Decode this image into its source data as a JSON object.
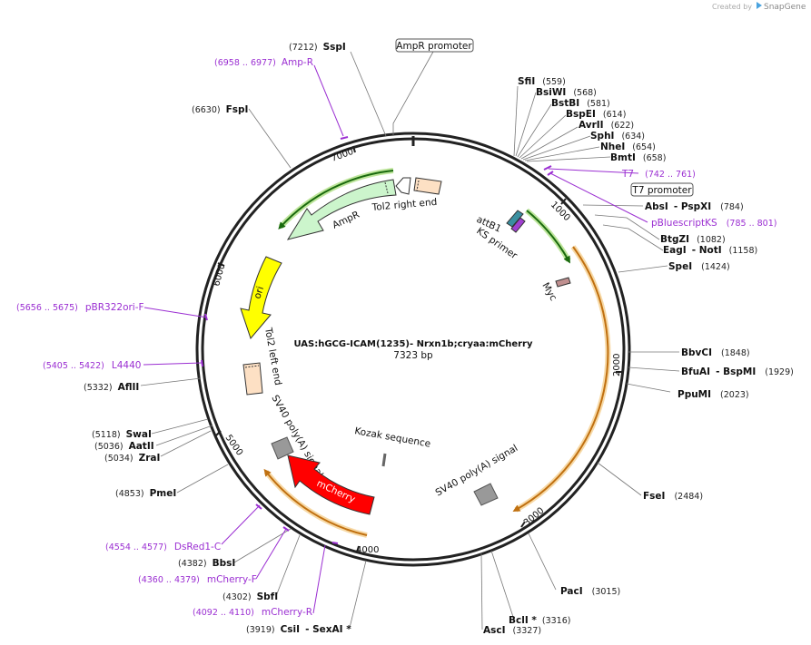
{
  "branding": {
    "created_by": "Created by",
    "brand": "SnapGene"
  },
  "plasmid": {
    "name": "UAS:hGCG-ICAM(1235)-  Nrxn1b;cryaa:mCherry",
    "length": "7323 bp"
  },
  "ticks": {
    "t1000": "1000",
    "t2000": "2000",
    "t3000": "3000",
    "t4000": "4000",
    "t5000": "5000",
    "t6000": "6000",
    "t7000": "7000"
  },
  "sites": {
    "sspi": {
      "pos": "(7212)",
      "name": "SspI"
    },
    "fspi": {
      "pos": "(6630)",
      "name": "FspI"
    },
    "sfii": {
      "name": "SfiI",
      "pos": "(559)"
    },
    "bsiwi": {
      "name": "BsiWI",
      "pos": "(568)"
    },
    "bstbi": {
      "name": "BstBI",
      "pos": "(581)"
    },
    "bspei": {
      "name": "BspEI",
      "pos": "(614)"
    },
    "avrii": {
      "name": "AvrII",
      "pos": "(622)"
    },
    "sphi": {
      "name": "SphI",
      "pos": "(634)"
    },
    "nhei": {
      "name": "NheI",
      "pos": "(654)"
    },
    "bmti": {
      "name": "BmtI",
      "pos": "(658)"
    },
    "absi": {
      "name": "AbsI",
      "name2": "- PspXI",
      "pos": "(784)"
    },
    "btgzi": {
      "name": "BtgZI",
      "pos": "(1082)"
    },
    "eagi": {
      "name": "EagI",
      "name2": "- NotI",
      "pos": "(1158)"
    },
    "spei": {
      "name": "SpeI",
      "pos": "(1424)"
    },
    "bbvci": {
      "name": "BbvCI",
      "pos": "(1848)"
    },
    "bfuai": {
      "name": "BfuAI",
      "name2": "- BspMI",
      "pos": "(1929)"
    },
    "ppumi": {
      "name": "PpuMI",
      "pos": "(2023)"
    },
    "fsei": {
      "name": "FseI",
      "pos": "(2484)"
    },
    "paci": {
      "name": "PacI",
      "pos": "(3015)"
    },
    "bcli": {
      "name": "BclI *",
      "pos": "(3316)"
    },
    "asci": {
      "name": "AscI",
      "pos": "(3327)"
    },
    "csii": {
      "pos": "(3919)",
      "name": "CsiI",
      "name2": "- SexAI *"
    },
    "sbfi": {
      "pos": "(4302)",
      "name": "SbfI"
    },
    "bbsi": {
      "pos": "(4382)",
      "name": "BbsI"
    },
    "pmei": {
      "pos": "(4853)",
      "name": "PmeI"
    },
    "swai": {
      "pos": "(5118)",
      "name": "SwaI"
    },
    "aatii": {
      "pos": "(5036)",
      "name": "AatII"
    },
    "zrai": {
      "pos": "(5034)",
      "name": "ZraI"
    },
    "aflii": {
      "pos": "(5332)",
      "name": "AflII"
    }
  },
  "primers": {
    "ampr": {
      "pos": "(6958 .. 6977)",
      "name": "Amp-R"
    },
    "t7": {
      "name": "T7",
      "pos": "(742 .. 761)"
    },
    "pbluescriptks": {
      "name": "pBluescriptKS",
      "pos": "(785 .. 801)"
    },
    "pbr322ori": {
      "pos": "(5656 .. 5675)",
      "name": "pBR322ori-F"
    },
    "l4440": {
      "pos": "(5405 .. 5422)",
      "name": "L4440"
    },
    "dsred1": {
      "pos": "(4554 .. 4577)",
      "name": "DsRed1-C"
    },
    "mcherryf": {
      "pos": "(4360 .. 4379)",
      "name": "mCherry-F"
    },
    "mcherryr": {
      "pos": "(4092 .. 4110)",
      "name": "mCherry-R"
    }
  },
  "boxed": {
    "ampr_promoter": "AmpR promoter",
    "t7_promoter": "T7 promoter"
  },
  "features": {
    "ampr": "AmpR",
    "ori": "ori",
    "tol2_right": "Tol2 right end",
    "tol2_left": "Tol2 left end",
    "attb1": "attB1",
    "ks_primer": "KS primer",
    "myc": "Myc",
    "sv40_left": "SV40 poly(A) signal",
    "sv40_right": "SV40 poly(A) signal",
    "kozak": "Kozak sequence",
    "mcherry": "mCherry"
  },
  "colors": {
    "backbone": "#222222",
    "ampr": "#ccf5cc",
    "ori": "#ffff00",
    "mcherry": "#ff0000",
    "tol2": "#fde0c4",
    "primer": "#9b2fd2",
    "orf_green": "#2a8a1a",
    "orf_orange": "#d68a1a",
    "polya": "#999999"
  }
}
